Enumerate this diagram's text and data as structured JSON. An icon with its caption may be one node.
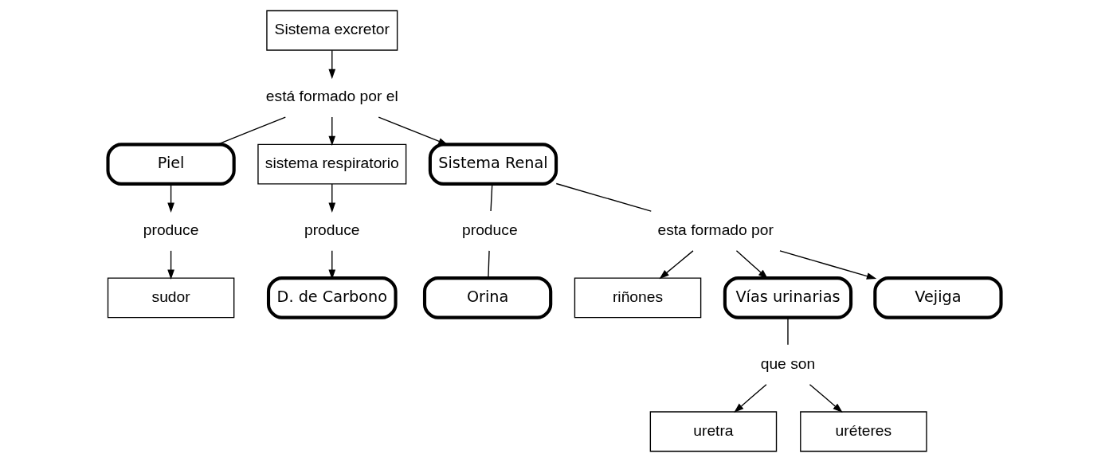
{
  "diagram": {
    "nodes": [
      {
        "text": [
          "Sistema excretor"
        ]
      },
      {
        "text": [
          "está formado por el"
        ]
      },
      {
        "text": [
          "Piel"
        ]
      },
      {
        "text": [
          "sistema respiratorio"
        ]
      },
      {
        "text": [
          "Sistema Renal"
        ]
      },
      {
        "text": [
          "produce"
        ]
      },
      {
        "text": [
          "sudor"
        ]
      },
      {
        "text": [
          "produce"
        ]
      },
      {
        "text": [
          "D. de Carbono"
        ]
      },
      {
        "text": [
          "produce"
        ]
      },
      {
        "text": [
          "Orina"
        ]
      },
      {
        "text": [
          "esta formado por"
        ]
      },
      {
        "text": [
          "riñones"
        ]
      },
      {
        "text": [
          "Vías urinarias"
        ]
      },
      {
        "text": [
          "Vejiga"
        ]
      },
      {
        "text": [
          "que son"
        ]
      },
      {
        "text": [
          "uretra"
        ]
      },
      {
        "text": [
          "uréteres"
        ]
      }
    ],
    "edges": [
      {
        "from": 0,
        "to": 1,
        "arrow": "to"
      },
      {
        "from": 1,
        "to": 2,
        "arrow": "none"
      },
      {
        "from": 1,
        "to": 3,
        "arrow": "to"
      },
      {
        "from": 1,
        "to": 4,
        "arrow": "to"
      },
      {
        "from": 2,
        "to": 5,
        "arrow": "to"
      },
      {
        "from": 5,
        "to": 6,
        "arrow": "to"
      },
      {
        "from": 3,
        "to": 7,
        "arrow": "to"
      },
      {
        "from": 7,
        "to": 8,
        "arrow": "to"
      },
      {
        "from": 4,
        "to": 9,
        "arrow": "none"
      },
      {
        "from": 9,
        "to": 10,
        "arrow": "none"
      },
      {
        "from": 4,
        "to": 11,
        "arrow": "none"
      },
      {
        "from": 11,
        "to": 12,
        "arrow": "to"
      },
      {
        "from": 11,
        "to": 13,
        "arrow": "to"
      },
      {
        "from": 11,
        "to": 14,
        "arrow": "to"
      },
      {
        "from": 13,
        "to": 15,
        "arrow": "none"
      },
      {
        "from": 15,
        "to": 16,
        "arrow": "to"
      },
      {
        "from": 15,
        "to": 17,
        "arrow": "to"
      }
    ]
  }
}
